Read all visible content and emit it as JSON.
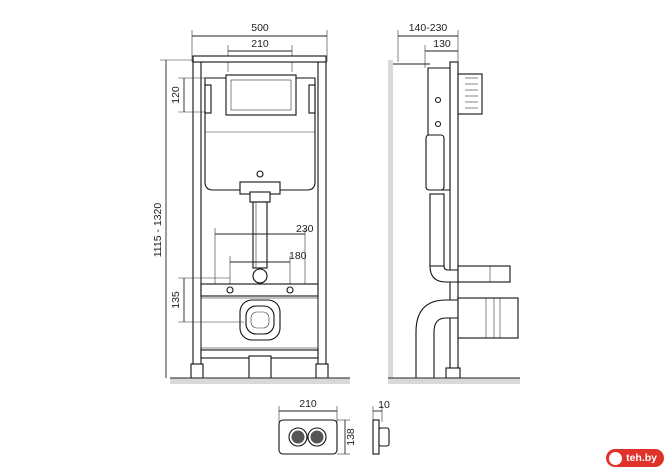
{
  "dimensions": {
    "width_total": "500",
    "inner_width": "210",
    "tank_height": "120",
    "frame_height": "1115 - 1320",
    "upper_spacing": "230",
    "lower_spacing": "180",
    "drain_height": "135",
    "side_depth": "140-230",
    "side_inner": "130",
    "plate_width": "210",
    "plate_height": "138",
    "plate_depth": "10"
  },
  "watermark": {
    "text": "teh.by"
  }
}
